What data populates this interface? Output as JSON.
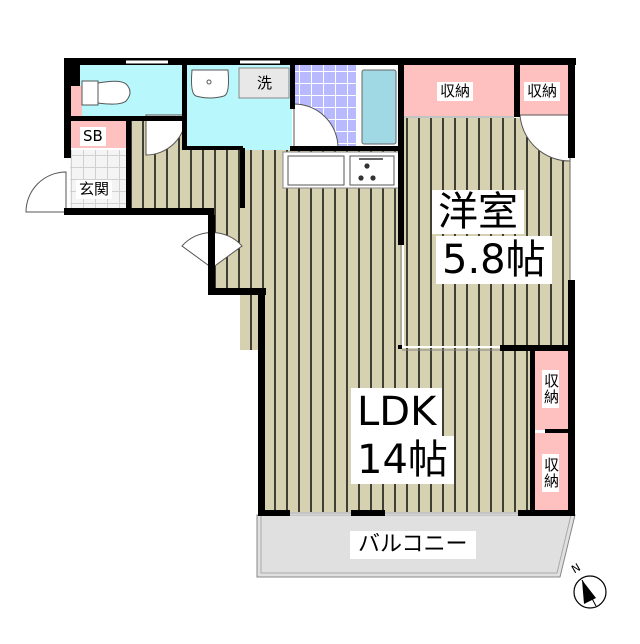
{
  "floorplan": {
    "rooms": {
      "western_room": {
        "name": "洋室",
        "size": "5.8帖"
      },
      "ldk": {
        "name": "LDK",
        "size": "14帖"
      },
      "entrance": {
        "name": "玄関"
      },
      "shoe_box": {
        "name": "SB"
      },
      "balcony": {
        "name": "バルコニー"
      },
      "washer": {
        "name": "洗"
      },
      "storage_top_left": {
        "name": "収納"
      },
      "storage_top_right": {
        "name": "収納"
      },
      "storage_right_upper": {
        "name": "収納"
      },
      "storage_right_lower": {
        "name": "収納"
      }
    },
    "compass": {
      "label": "N"
    },
    "colors": {
      "floor": "#d6d1b0",
      "wall": "#000000",
      "water_area": "#b8f7fb",
      "storage": "#ffc0c0",
      "bath_tile": "#b9b9ff",
      "bathtub": "#a0d8e4",
      "balcony": "#e0e0e0",
      "entrance_tile": "#f4f4f4"
    }
  }
}
